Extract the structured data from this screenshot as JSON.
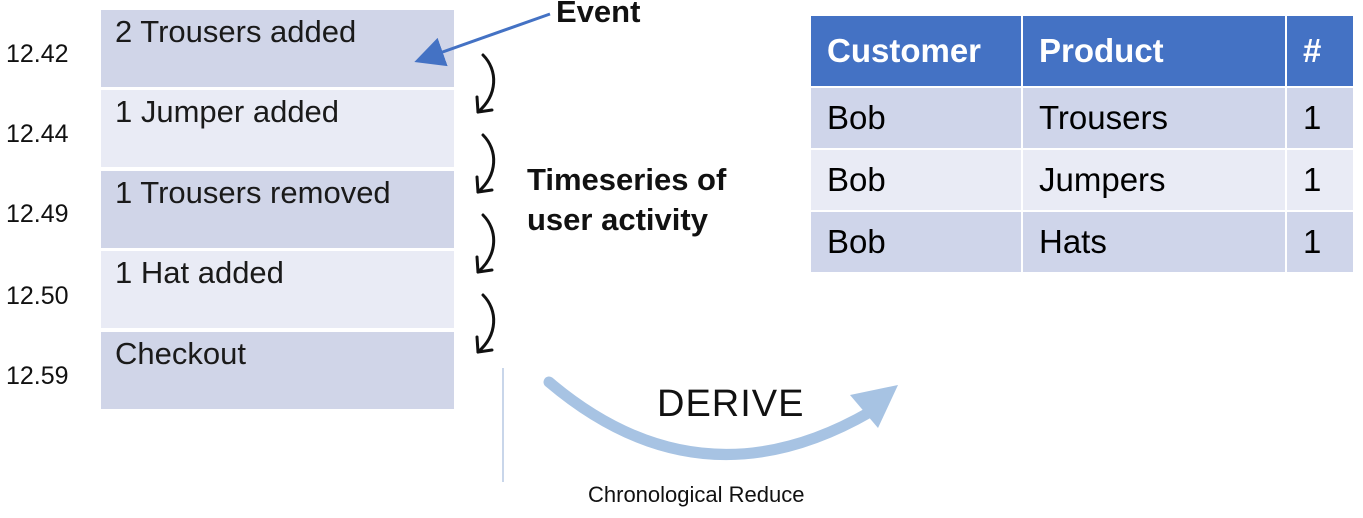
{
  "timestamps": [
    "12.42",
    "12.44",
    "12.49",
    "12.50",
    "12.59"
  ],
  "events": [
    "2 Trousers added",
    "1 Jumper added",
    "1 Trousers removed",
    "1 Hat added",
    "Checkout"
  ],
  "labels": {
    "event": "Event",
    "timeseries": "Timeseries of user activity",
    "derive": "DERIVE",
    "chronological_reduce": "Chronological Reduce"
  },
  "table": {
    "headers": [
      "Customer",
      "Product",
      "#"
    ],
    "rows": [
      [
        "Bob",
        "Trousers",
        "1"
      ],
      [
        "Bob",
        "Jumpers",
        "1"
      ],
      [
        "Bob",
        "Hats",
        "1"
      ]
    ]
  },
  "colors": {
    "header_blue": "#4472c4",
    "row_dark": "#d0d5e8",
    "row_light": "#e9ebf5",
    "event_arrow": "#4472c4",
    "derive_arrow": "#a7c3e3"
  }
}
